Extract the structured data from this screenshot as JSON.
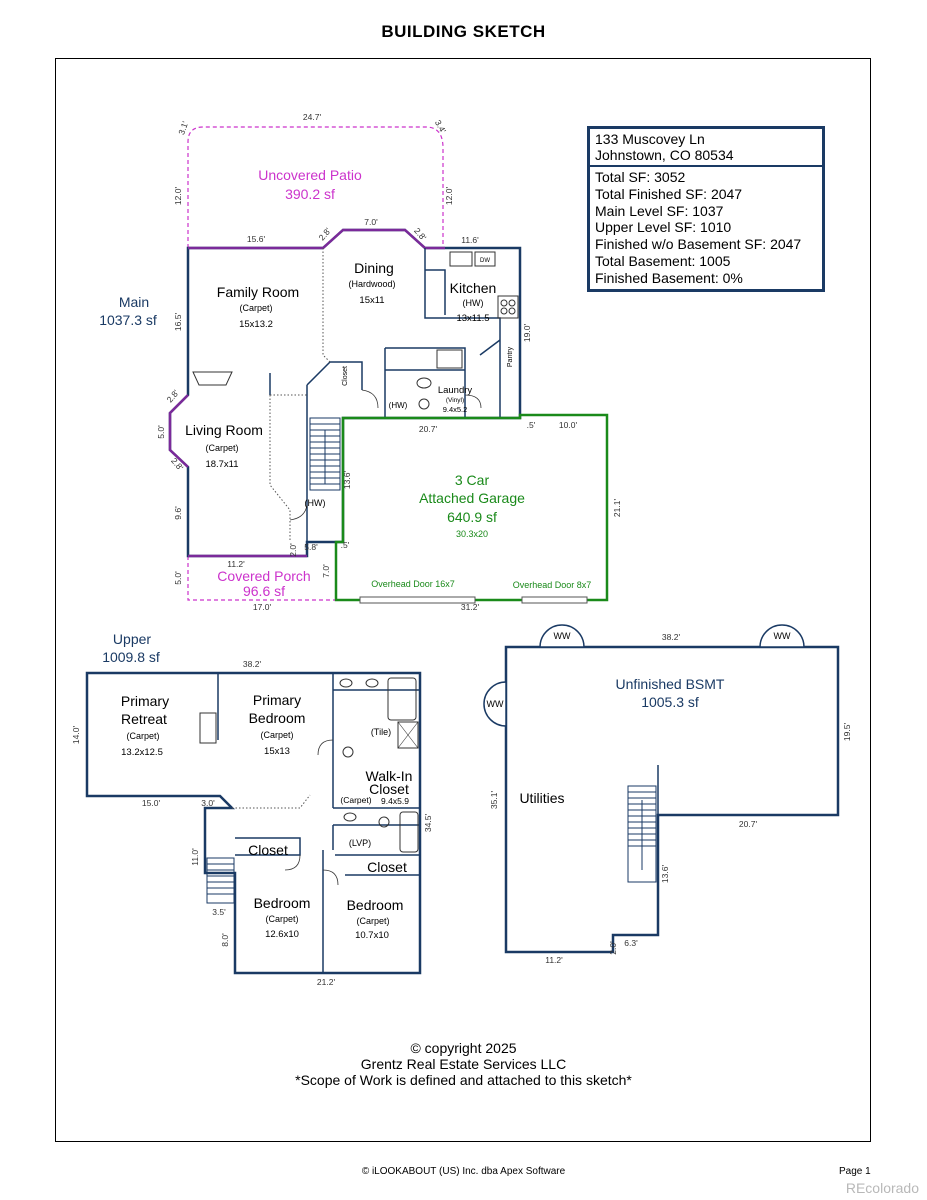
{
  "title": "BUILDING SKETCH",
  "info": {
    "address_line1": "133 Muscovey Ln",
    "address_line2": "Johnstown, CO 80534",
    "stats": [
      "Total SF: 3052",
      "Total Finished SF: 2047",
      "Main Level SF: 1037",
      "Upper Level SF: 1010",
      "Finished w/o Basement SF: 2047",
      "Total Basement: 1005",
      "Finished Basement: 0%"
    ]
  },
  "colors": {
    "wall": "#1a3a64",
    "patio": "#cc33cc",
    "garage": "#1a8a1a",
    "level_label": "#1a3a64"
  },
  "main": {
    "level_name": "Main",
    "level_area": "1037.3 sf",
    "patio": {
      "name": "Uncovered Patio",
      "area": "390.2 sf"
    },
    "porch": {
      "name": "Covered Porch",
      "area": "96.6 sf"
    },
    "garage": {
      "name1": "3 Car",
      "name2": "Attached Garage",
      "area": "640.9 sf",
      "dims": "30.3x20",
      "door1": "Overhead Door 16x7",
      "door2": "Overhead Door 8x7"
    },
    "rooms": {
      "family": {
        "name": "Family Room",
        "floor": "(Carpet)",
        "dims": "15x13.2"
      },
      "dining": {
        "name": "Dining",
        "floor": "(Hardwood)",
        "dims": "15x11"
      },
      "kitchen": {
        "name": "Kitchen",
        "floor": "(HW)",
        "dims": "13x11.5"
      },
      "living": {
        "name": "Living Room",
        "floor": "(Carpet)",
        "dims": "18.7x11"
      },
      "laundry": {
        "name": "Laundry",
        "floor": "(Vinyl)",
        "dims": "9.4x5.2"
      },
      "closet": "Closet",
      "pantry": "Pantry",
      "hw1": "(HW)",
      "hw2": "(HW)",
      "dw": "DW"
    },
    "dims": {
      "patio_top": "24.7'",
      "patio_left_corner": "3.1'",
      "patio_right_corner": "3.4'",
      "patio_left": "12.0'",
      "patio_right": "12.0'",
      "d15_6": "15.6'",
      "d2_8a": "2.8'",
      "d7_0": "7.0'",
      "d2_8b": "2.8'",
      "d11_6": "11.6'",
      "d16_5": "16.5'",
      "d19_0": "19.0'",
      "d2_8c": "2.8'",
      "d5_0": "5.0'",
      "d2_8d": "2.8'",
      "d9_6": "9.6'",
      "d20_7": "20.7'",
      "d0_5a": ".5'",
      "d10_0": "10.0'",
      "d13_6": "13.6'",
      "d21_1": "21.1'",
      "d2_0": "2.0'",
      "d5_8": "5.8'",
      "d0_5b": ".5'",
      "d11_2": "11.2'",
      "d5_0b": "5.0'",
      "d7_0b": "7.0'",
      "d17_0": "17.0'",
      "d31_2": "31.2'"
    }
  },
  "upper": {
    "level_name": "Upper",
    "level_area": "1009.8 sf",
    "rooms": {
      "retreat": {
        "name1": "Primary",
        "name2": "Retreat",
        "floor": "(Carpet)",
        "dims": "13.2x12.5"
      },
      "primary": {
        "name1": "Primary",
        "name2": "Bedroom",
        "floor": "(Carpet)",
        "dims": "15x13"
      },
      "tile": "(Tile)",
      "walkin": {
        "name1": "Walk-In",
        "name2": "Closet",
        "floor": "(Carpet)",
        "dims": "9.4x5.9"
      },
      "lvp": "(LVP)",
      "closet1": "Closet",
      "closet2": "Closet",
      "bed1": {
        "name": "Bedroom",
        "floor": "(Carpet)",
        "dims": "12.6x10"
      },
      "bed2": {
        "name": "Bedroom",
        "floor": "(Carpet)",
        "dims": "10.7x10"
      }
    },
    "dims": {
      "d38_2": "38.2'",
      "d14_0": "14.0'",
      "d15_0": "15.0'",
      "d3_0": "3.0'",
      "d34_5": "34.5'",
      "d11_0": "11.0'",
      "d3_5": "3.5'",
      "d8_0": "8.0'",
      "d21_2": "21.2'"
    }
  },
  "basement": {
    "name": "Unfinished BSMT",
    "area": "1005.3 sf",
    "utilities": "Utilities",
    "ww": "WW",
    "dims": {
      "d38_2": "38.2'",
      "d19_5": "19.5'",
      "d35_1": "35.1'",
      "d20_7": "20.7'",
      "d13_6": "13.6'",
      "d11_2": "11.2'",
      "d2_0": "2.0'",
      "d6_3": "6.3'"
    }
  },
  "copyright": {
    "line1": "© copyright 2025",
    "line2": "Grentz Real Estate Services LLC",
    "line3": "*Scope of Work is defined and attached to this sketch*"
  },
  "footer": {
    "software": "© iLOOKABOUT (US) Inc. dba Apex Software",
    "page": "Page 1",
    "watermark": "REcolorado"
  }
}
